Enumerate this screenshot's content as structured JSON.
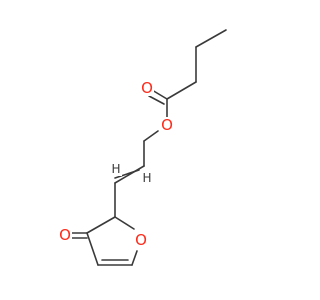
{
  "colors": {
    "bond": "#3a3a3a",
    "oxygen": "#ff2a1a",
    "hydrogen": "#3a3a3a"
  },
  "molecule": {
    "atoms": {
      "o_carbonyl_ester": {
        "symbol": "O",
        "color_key": "oxygen"
      },
      "o_ester": {
        "symbol": "O",
        "color_key": "oxygen"
      },
      "h_vinyl_1": {
        "symbol": "H",
        "color_key": "hydrogen"
      },
      "h_vinyl_2": {
        "symbol": "H",
        "color_key": "hydrogen"
      },
      "o_ketone": {
        "symbol": "O",
        "color_key": "oxygen"
      },
      "o_ring": {
        "symbol": "O",
        "color_key": "oxygen"
      }
    }
  }
}
